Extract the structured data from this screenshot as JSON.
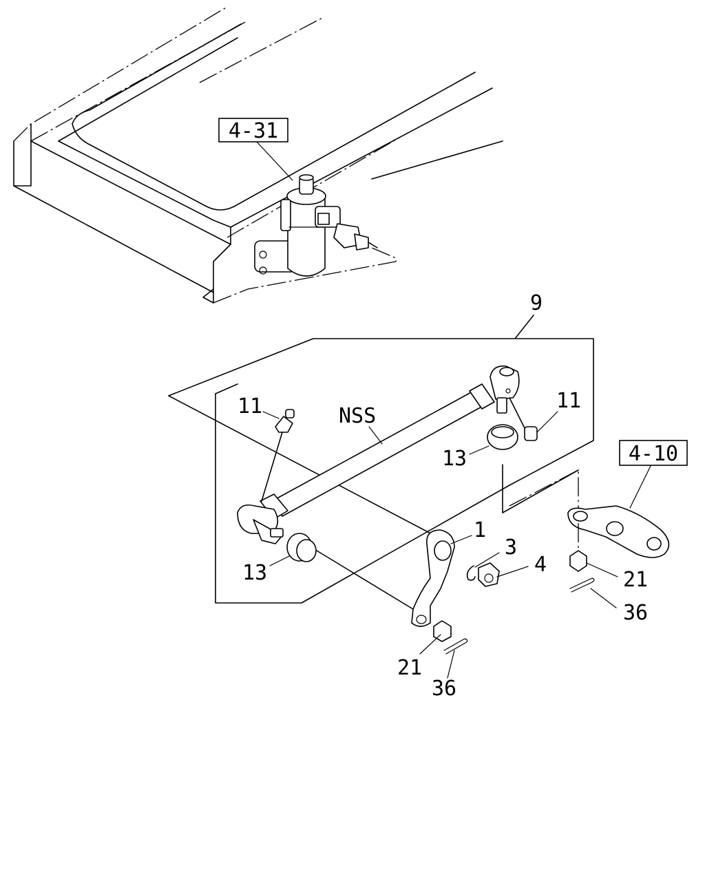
{
  "references": {
    "ref_4_31": "4-31",
    "ref_4_10": "4-10"
  },
  "callouts": {
    "c9": "9",
    "c_nss": "NSS",
    "c11_left": "11",
    "c11_right": "11",
    "c13_upper": "13",
    "c13_lower": "13",
    "c1": "1",
    "c3": "3",
    "c4": "4",
    "c21_right": "21",
    "c36_right": "36",
    "c21_lower": "21",
    "c36_lower": "36"
  }
}
